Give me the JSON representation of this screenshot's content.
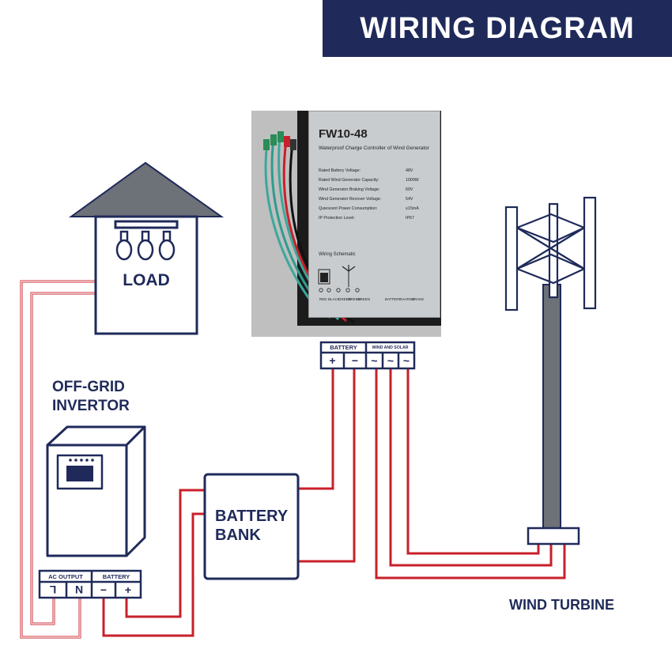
{
  "title": "WIRING DIAGRAM",
  "load": {
    "label": "LOAD"
  },
  "inverter": {
    "label_line1": "OFF-GRID",
    "label_line2": "INVERTOR",
    "terminal_group_ac": "AC  OUTPUT",
    "terminal_group_battery": "BATTERY",
    "terminals": [
      "L",
      "N",
      "−",
      "+"
    ]
  },
  "battery_bank": {
    "label_line1": "BATTERY",
    "label_line2": "BANK"
  },
  "controller": {
    "model": "FW10-48",
    "subtitle": "Waterproof Charge Controller of Wind Generator",
    "specs": [
      {
        "name": "Rated Battery Voltage:",
        "value": "48V"
      },
      {
        "name": "Rated Wind Generator Capacity:",
        "value": "1000W"
      },
      {
        "name": "Wind Generator Braking Voltage:",
        "value": "60V"
      },
      {
        "name": "Wind Generator Recover Voltage:",
        "value": "54V"
      },
      {
        "name": "Quiescent Power Consumption:",
        "value": "≤15mA"
      },
      {
        "name": "IP Protection Level:",
        "value": "IP67"
      }
    ],
    "schematic_label": "Wiring Schematic",
    "wire_labels": [
      "RED",
      "BLACK",
      "GREEN",
      "GREEN",
      "GREEN"
    ],
    "schematic_bottom_labels": [
      "BATTERY",
      "CHARGE",
      "BRAKE"
    ],
    "terminal_group_battery": "BATTERY",
    "terminal_group_wind": "WIND AND SOLAR",
    "terminals": [
      "+",
      "−",
      "~",
      "~",
      "~"
    ]
  },
  "wind_turbine": {
    "label": "WIND TURBINE"
  },
  "colors": {
    "navy": "#1f2a5a",
    "wire_red": "#c8202a",
    "house_roof": "#6d7178",
    "pole": "#6d7178"
  }
}
